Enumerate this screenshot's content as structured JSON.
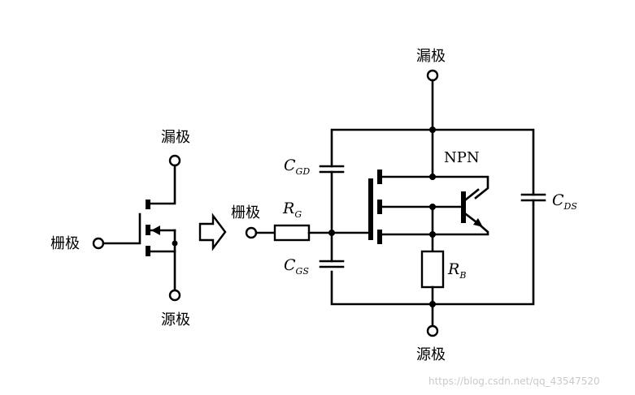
{
  "left_symbol": {
    "drain_label": "漏极",
    "gate_label": "栅极",
    "source_label": "源极"
  },
  "right_circuit": {
    "drain_label": "漏极",
    "gate_label": "栅极",
    "source_label": "源极",
    "npn_label": "NPN",
    "rg": {
      "main": "R",
      "sub": "G"
    },
    "rb": {
      "main": "R",
      "sub": "B"
    },
    "cgd": {
      "main": "C",
      "sub": "GD"
    },
    "cgs": {
      "main": "C",
      "sub": "GS"
    },
    "cds": {
      "main": "C",
      "sub": "DS"
    }
  },
  "watermark": "https://blog.csdn.net/qq_43547520"
}
